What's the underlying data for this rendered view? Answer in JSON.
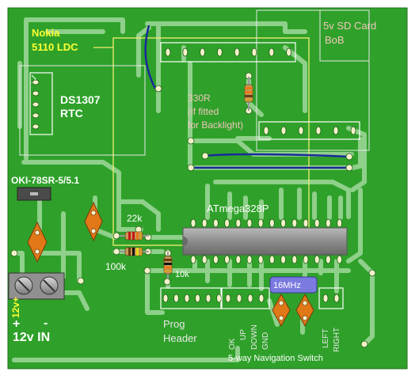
{
  "labels": {
    "lcd_line1": "Nokia",
    "lcd_line2": "5110 LDC",
    "sd_line1": "5v SD Card",
    "sd_line2": "BoB",
    "rtc_line1": "DS1307",
    "rtc_line2": "RTC",
    "backlight_line1": "330R",
    "backlight_line2": "(if fitted",
    "backlight_line3": "for Backlight)",
    "regulator": "OKI-78SR-5/5.1",
    "mcu": "ATmega328P",
    "r22k": "22k",
    "r100k": "100k",
    "r10k": "10k",
    "crystal": "16MHz",
    "rotated_12v": "12v+",
    "plus": "+",
    "minus": "-",
    "input": "12v IN",
    "prog_line1": "Prog",
    "prog_line2": "Header",
    "pin_ok": "OK",
    "pin_up": "UP",
    "pin_down": "DOWN",
    "pin_gnd": "GND",
    "pin_left": "LEFT",
    "pin_right": "RIGHT",
    "nav_switch": "5-way Navigation Switch"
  },
  "colors": {
    "board": "#2fa12a",
    "trace": "#8fd08a",
    "pad": "#f4f1c8",
    "lcd_outline": "#f2ee70",
    "yellow_text": "#ffff33",
    "pink_text": "#f2c6bc",
    "chip_body": "#8a8a8a",
    "jumper": "#1a2a9a",
    "crystal": "#7a7ae0",
    "capacitor": "#e07818"
  }
}
